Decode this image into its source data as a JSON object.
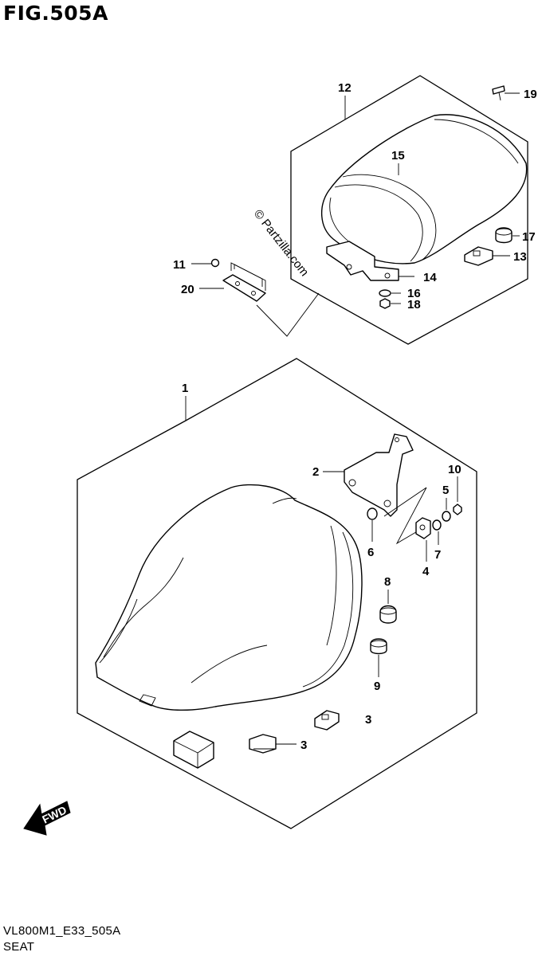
{
  "figure": {
    "title": "FIG.505A",
    "code": "VL800M1_E33_505A",
    "name": "SEAT"
  },
  "watermark": "© Partzilla.com",
  "fwd_label": "FWD",
  "callouts": {
    "c1": "1",
    "c2": "2",
    "c3a": "3",
    "c3b": "3",
    "c4": "4",
    "c5": "5",
    "c6": "6",
    "c7": "7",
    "c8": "8",
    "c9": "9",
    "c10": "10",
    "c11": "11",
    "c12": "12",
    "c13": "13",
    "c14": "14",
    "c15": "15",
    "c16": "16",
    "c17": "17",
    "c18": "18",
    "c19": "19",
    "c20": "20"
  }
}
